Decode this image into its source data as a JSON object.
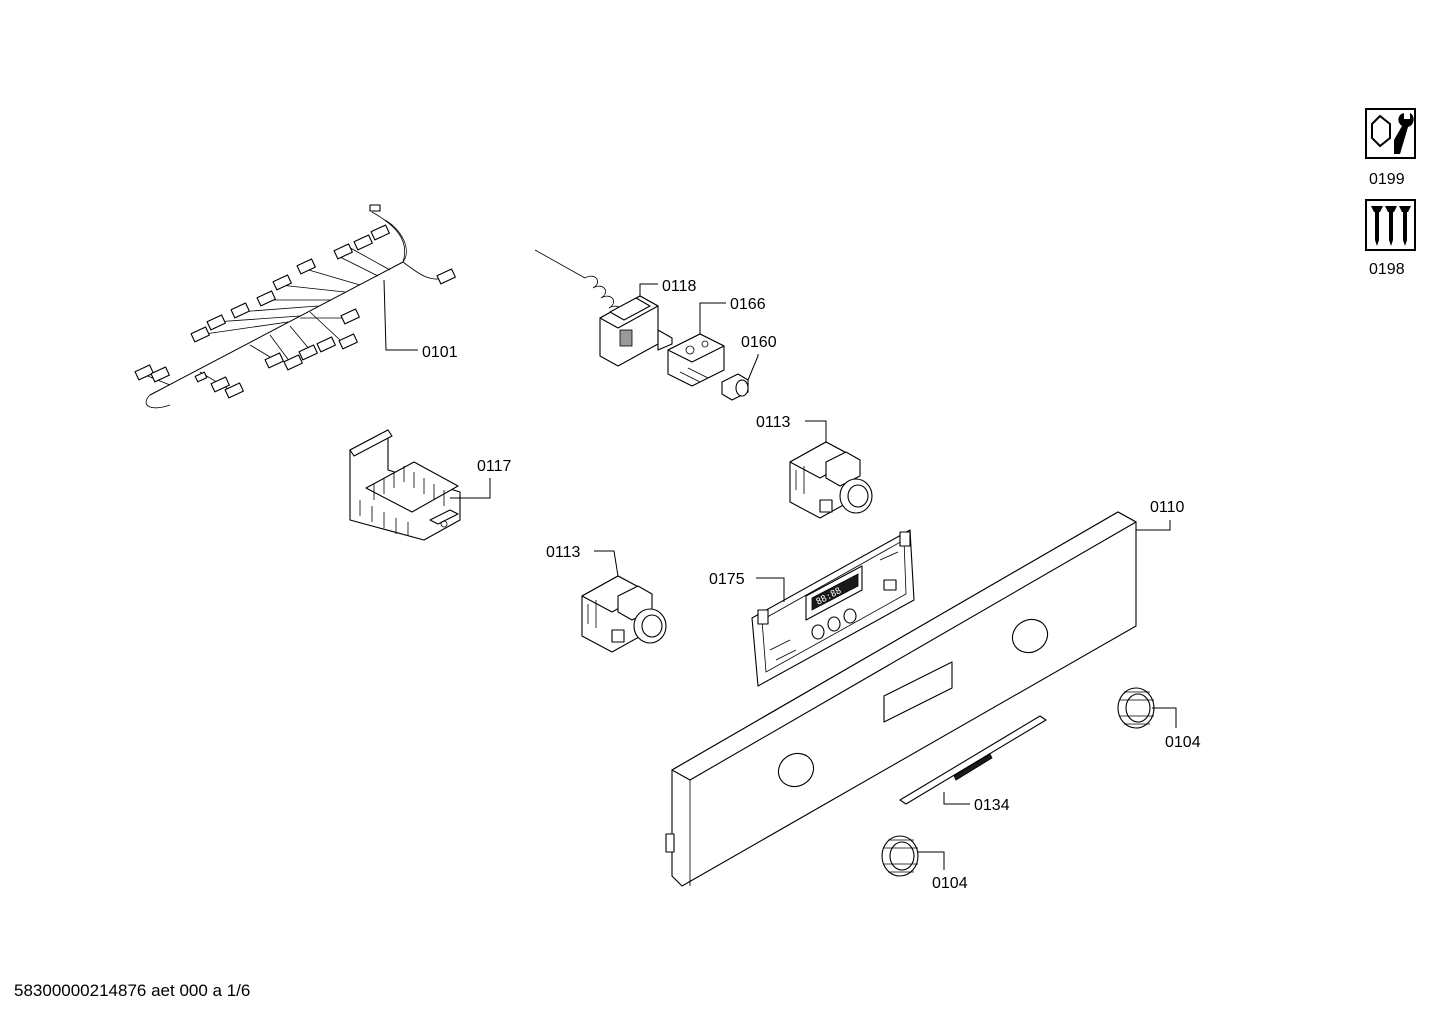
{
  "labels": {
    "p0101": "0101",
    "p0118": "0118",
    "p0166": "0166",
    "p0160": "0160",
    "p0113a": "0113",
    "p0113b": "0113",
    "p0117": "0117",
    "p0110": "0110",
    "p0175": "0175",
    "p0104a": "0104",
    "p0104b": "0104",
    "p0134": "0134",
    "p0199": "0199",
    "p0198": "0198"
  },
  "display_text": "88:88",
  "icons": {
    "tools": "wrench-and-nut-icon",
    "screws": "screws-icon"
  },
  "footer": "58300000214876 aet 000 a 1/6"
}
